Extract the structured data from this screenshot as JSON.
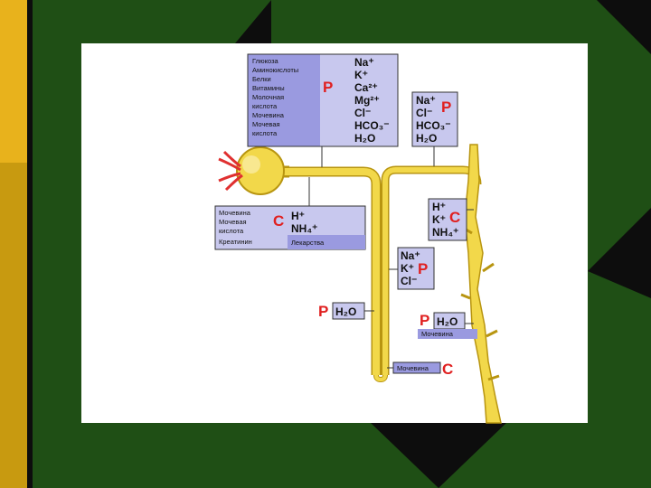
{
  "colors": {
    "background": "#1f4f15",
    "left_stripe_top": "#e8b21c",
    "left_stripe_bottom": "#c89a10",
    "panel": "#ffffff",
    "box_fill": "#c8c8ee",
    "box_dark": "#9a9ae0",
    "tubule": "#f2d84a",
    "tubule_edge": "#b89510",
    "marker": "#e02020",
    "vessel": "#e03030"
  },
  "icons": [
    "glomerulus-icon",
    "blood-vessel-icon"
  ],
  "top_box": {
    "solutes": [
      "Глюкоза",
      "Аминокислоты",
      "Белки",
      "Витамины",
      "Молочная",
      "кислота",
      "Мочевина",
      "Мочевая",
      "кислота"
    ],
    "letter": "P",
    "ions": [
      "Na⁺",
      "K⁺",
      "Ca²⁺",
      "Mg²⁺",
      "Cl⁻",
      "HCO₃⁻",
      "H₂O"
    ]
  },
  "right_top_box": {
    "ions": [
      "Na⁺",
      "Cl⁻",
      "HCO₃⁻",
      "H₂O"
    ],
    "letter": "P"
  },
  "left_box": {
    "solutes": [
      "Мочевина",
      "Мочевая",
      "кислота",
      "Креатинин"
    ],
    "letter": "C",
    "ions": [
      "H⁺",
      "NH₄⁺"
    ],
    "drugs": "Лекарства"
  },
  "right_mid_box": {
    "ions": [
      "H⁺",
      "K⁺",
      "NH₄⁺"
    ],
    "letter": "C"
  },
  "loop_box": {
    "ions": [
      "Na⁺",
      "K⁺",
      "Cl⁻"
    ],
    "letter": "P"
  },
  "left_water_box": {
    "letter": "P",
    "text": "H₂O"
  },
  "right_water_box": {
    "letter": "P",
    "text": "H₂O",
    "caption": "Мочевина"
  },
  "bottom_box": {
    "text": "Мочевина",
    "letter": "C"
  }
}
